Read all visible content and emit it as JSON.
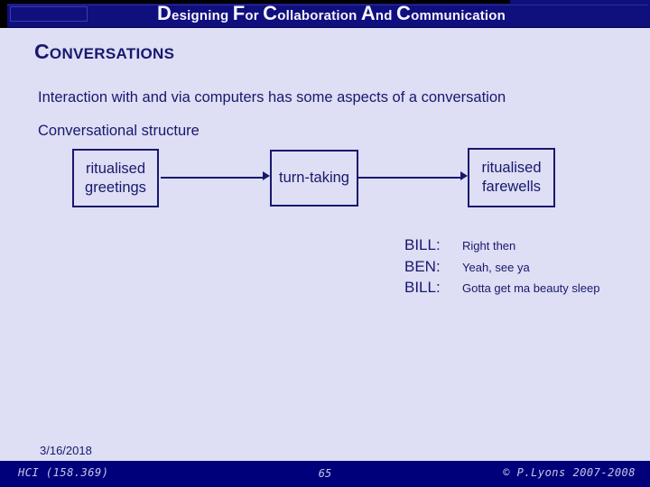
{
  "slide": {
    "titlebar": {
      "title": "Designing For Collaboration And Communication"
    },
    "heading": "Conversations",
    "body": {
      "line1": "Interaction with and via computers has some aspects of a conversation",
      "line2": "Conversational structure"
    },
    "flow_diagram": {
      "boxes": [
        {
          "label": "ritualised greetings"
        },
        {
          "label": "turn-taking"
        },
        {
          "label": "ritualised farewells"
        }
      ]
    },
    "dialog": [
      {
        "speaker": "BILL:",
        "quote": "Right then"
      },
      {
        "speaker": "BEN:",
        "quote": "Yeah, see ya"
      },
      {
        "speaker": "BILL:",
        "quote": "Gotta get ma beauty sleep"
      }
    ],
    "footer": {
      "date": "3/16/2018",
      "course_code": "HCI (158.369)",
      "page_number": "65",
      "copyright": "© P.Lyons 2007-2008"
    },
    "colors": {
      "background": "#dedef4",
      "titlebar_navy": "#0f0f7e",
      "footer_navy": "#00007a",
      "text_navy": "#18186e",
      "title_text": "#f5f5ff",
      "footer_text": "#c6c6ec"
    }
  }
}
